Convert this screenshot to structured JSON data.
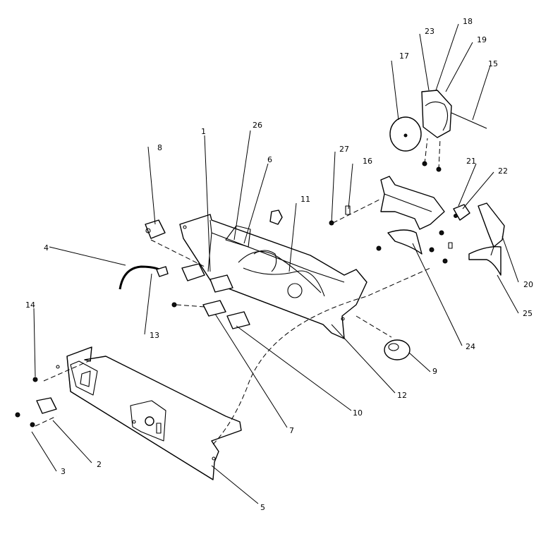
{
  "diagram": {
    "callouts": [
      {
        "id": "c1",
        "label": "1"
      },
      {
        "id": "c2",
        "label": "2"
      },
      {
        "id": "c3",
        "label": "3"
      },
      {
        "id": "c4",
        "label": "4"
      },
      {
        "id": "c5",
        "label": "5"
      },
      {
        "id": "c6",
        "label": "6"
      },
      {
        "id": "c7",
        "label": "7"
      },
      {
        "id": "c8",
        "label": "8"
      },
      {
        "id": "c9",
        "label": "9"
      },
      {
        "id": "c10",
        "label": "10"
      },
      {
        "id": "c11",
        "label": "11"
      },
      {
        "id": "c12",
        "label": "12"
      },
      {
        "id": "c13",
        "label": "13"
      },
      {
        "id": "c14",
        "label": "14"
      },
      {
        "id": "c15",
        "label": "15"
      },
      {
        "id": "c16",
        "label": "16"
      },
      {
        "id": "c17",
        "label": "17"
      },
      {
        "id": "c18",
        "label": "18"
      },
      {
        "id": "c19",
        "label": "19"
      },
      {
        "id": "c20",
        "label": "20"
      },
      {
        "id": "c21",
        "label": "21"
      },
      {
        "id": "c22",
        "label": "22"
      },
      {
        "id": "c23",
        "label": "23"
      },
      {
        "id": "c24",
        "label": "24"
      },
      {
        "id": "c25",
        "label": "25"
      },
      {
        "id": "c26",
        "label": "26"
      },
      {
        "id": "c27",
        "label": "27"
      }
    ]
  }
}
